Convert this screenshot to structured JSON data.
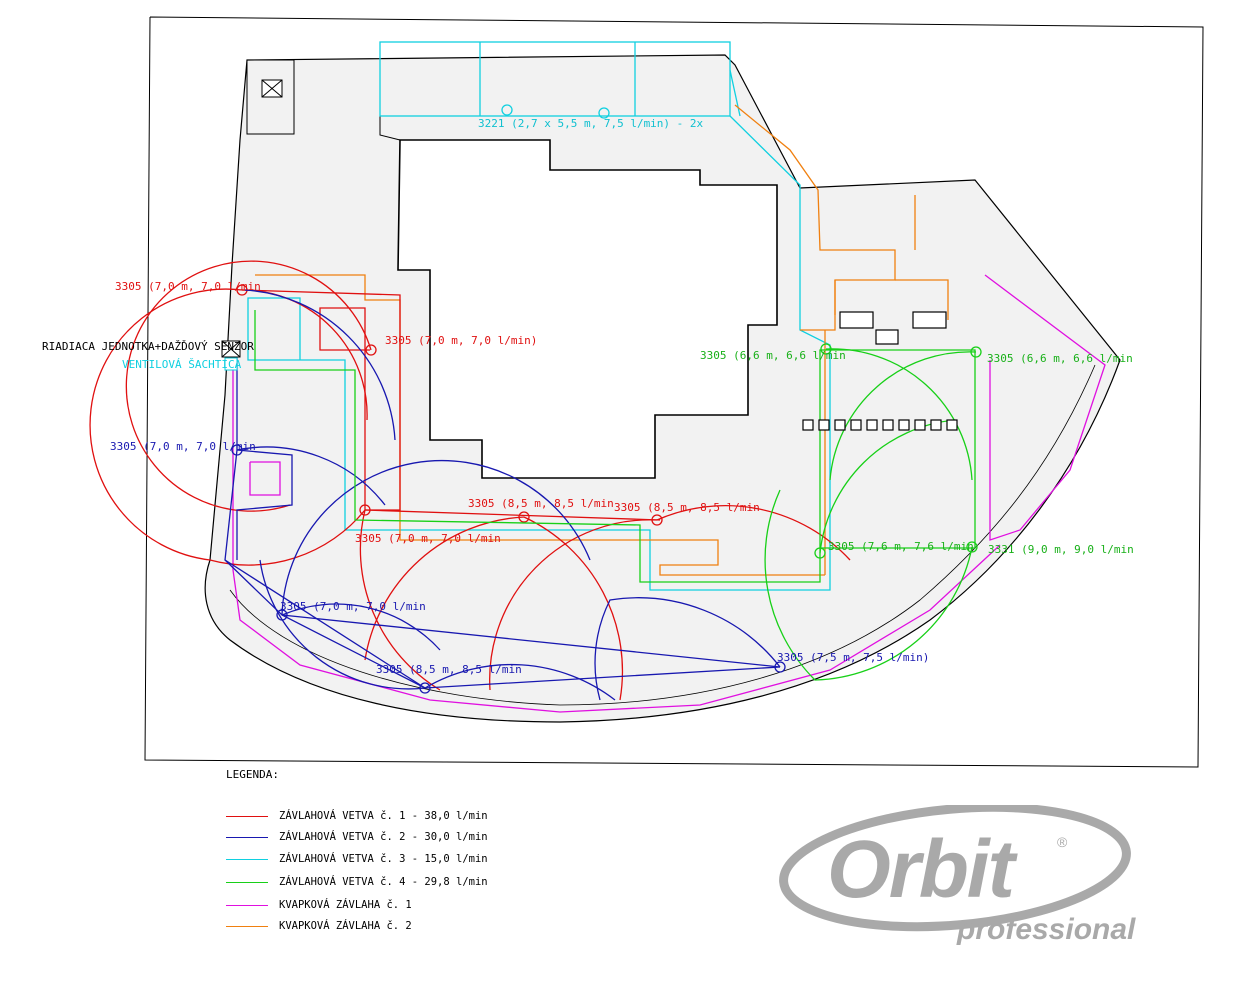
{
  "colors": {
    "red": "#e01010",
    "blue": "#1818b0",
    "cyan": "#10d0e0",
    "green": "#18d018",
    "magenta": "#e010e0",
    "orange": "#f08010",
    "outline": "#000000",
    "logo": "#a9a9a9"
  },
  "labels": {
    "control_unit": "RIADIACA JEDNOTKA+DAŽĎOVÝ SENZOR",
    "valve_box": "VENTILOVÁ ŠACHTICA",
    "drip_3221": "3221 (2,7 x 5,5 m, 7,5 l/min) - 2x",
    "s_red_nw": "3305 (7,0 m, 7,0 l/min",
    "s_red_inner": "3305 (7,0 m, 7,0 l/min)",
    "s_blue_w": "3305 (7,0 m, 7,0 l/min",
    "s_red_mid1": "3305 (8,5 m, 8,5 l/min",
    "s_red_mid2": "3305 (8,5 m, 8,5 l/min",
    "s_red_low": "3305 (7,0 m, 7,0 l/min",
    "s_blue_sw": "3305 (7,0 m, 7,0 l/min",
    "s_blue_s": "3305 (8,5 m, 8,5 l/min",
    "s_blue_se": "3305 (7,5 m, 7,5 l/min)",
    "s_green_n": "3305 (6,6 m, 6,6 l/min",
    "s_green_ne": "3305 (6,6 m, 6,6 l/min",
    "s_green_mid": "3305 (7,6 m, 7,6 l/min",
    "s_green_e": "3331 (9,0 m, 9,0 l/min"
  },
  "legend": {
    "title": "LEGENDA:",
    "items": [
      {
        "color": "#e01010",
        "text": "ZÁVLAHOVÁ VETVA č. 1 - 38,0 l/min"
      },
      {
        "color": "#1818b0",
        "text": "ZÁVLAHOVÁ VETVA č. 2 - 30,0 l/min"
      },
      {
        "color": "#10d0e0",
        "text": "ZÁVLAHOVÁ VETVA č. 3 - 15,0 l/min"
      },
      {
        "color": "#18d018",
        "text": "ZÁVLAHOVÁ VETVA č. 4 - 29,8 l/min"
      },
      {
        "color": "#e010e0",
        "text": "KVAPKOVÁ ZÁVLAHA č. 1"
      },
      {
        "color": "#f08010",
        "text": "KVAPKOVÁ ZÁVLAHA č. 2"
      }
    ]
  },
  "logo": {
    "brand": "Orbit",
    "registered": "®",
    "sub": "professional"
  }
}
